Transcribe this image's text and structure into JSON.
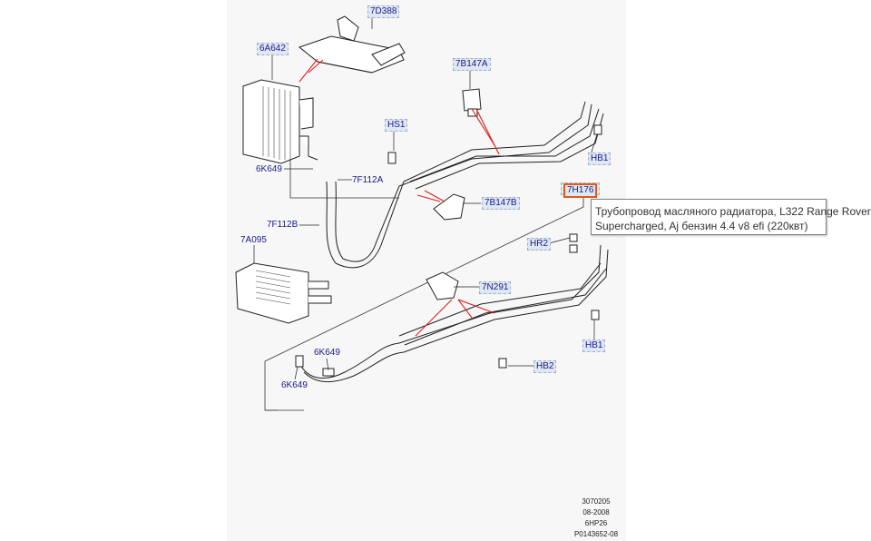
{
  "callouts": {
    "c7D388": "7D388",
    "c6A642": "6A642",
    "c7B147A": "7B147A",
    "cHS1": "HS1",
    "cHB1_top": "HB1",
    "c6K649_top": "6K649",
    "c7F112A": "7F112A",
    "c7B147B": "7B147B",
    "c7H176": "7H176",
    "c7F112B": "7F112B",
    "cHR2": "HR2",
    "c7A095": "7A095",
    "c7N291": "7N291",
    "cHB1_bottom": "HB1",
    "c6K649_mid": "6K649",
    "cHB2": "HB2",
    "c6K649_bottom": "6K649"
  },
  "tooltip": {
    "line1": "Трубопровод масляного радиатора, L322 Range Rover",
    "line2": "Supercharged, Aj бензин 4.4 v8 efi (220квт)"
  },
  "footer": {
    "line1": "3070205",
    "line2": "08-2008",
    "line3": "6HP26",
    "line4": "P0143652-08"
  },
  "colors": {
    "callout_bg": "#dfe7f3",
    "callout_text": "#1a1a8c",
    "selected_border": "#e05a1a",
    "leader_red": "#e02020",
    "sheet_bg": "#f7f7f7"
  }
}
